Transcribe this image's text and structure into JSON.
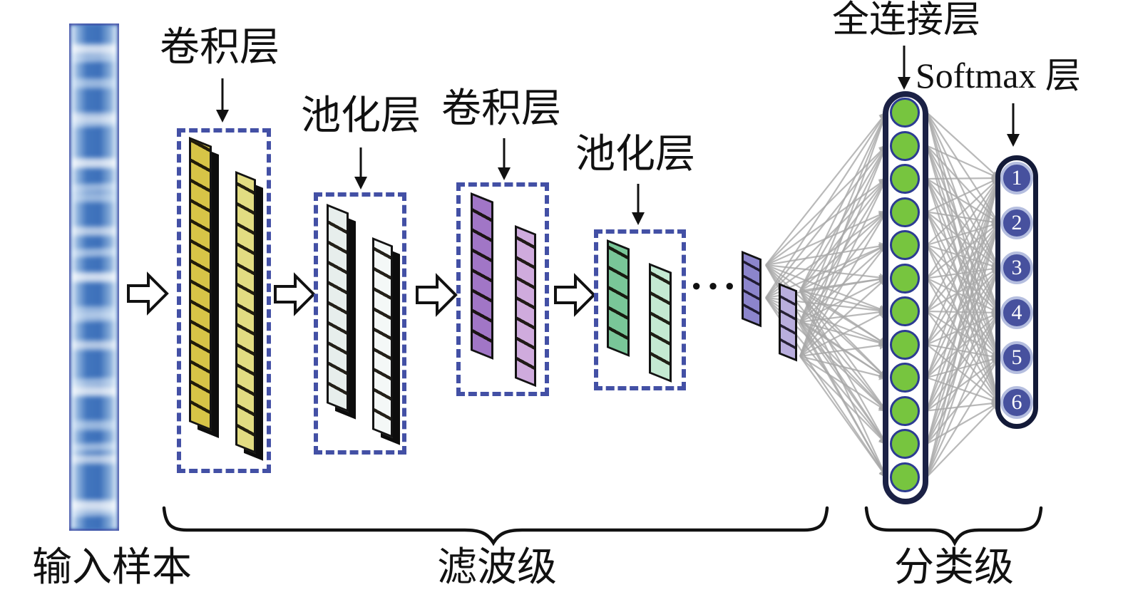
{
  "labels": {
    "input_sample": "输入样本",
    "conv_layer_1": "卷积层",
    "pool_layer_1": "池化层",
    "conv_layer_2": "卷积层",
    "pool_layer_2": "池化层",
    "fully_connected_layer": "全连接层",
    "softmax_layer": "Softmax 层",
    "filter_stage": "滤波级",
    "classification_stage": "分类级",
    "ellipsis": "···"
  },
  "network": {
    "fc_neuron_count": 12,
    "output_classes": [
      "1",
      "2",
      "3",
      "4",
      "5",
      "6"
    ]
  },
  "colors": {
    "dashed_box": "#4350a5",
    "input_strip": "#4f82c6",
    "input_border": "#4456aa",
    "conv1_bar1": "#d7c447",
    "conv1_bar2": "#e2dc82",
    "pool1_bar1": "#e7eeec",
    "pool1_bar2": "#f4f8f7",
    "conv2_bar1": "#a176c6",
    "conv2_bar2": "#cfabdd",
    "pool2_bar1": "#79c698",
    "pool2_bar2": "#c4e9d2",
    "feature_bar1": "#8c85cc",
    "feature_bar2": "#b9aedd",
    "fc_neuron_fill": "#77c53f",
    "fc_neuron_ring": "#2c3c92",
    "output_neuron_fill": "#47519e",
    "output_neuron_ring": "#b5bedf",
    "capsule_border": "#1b2145",
    "connection_line": "#a8a8a8",
    "arrow_outline": "#111111"
  }
}
